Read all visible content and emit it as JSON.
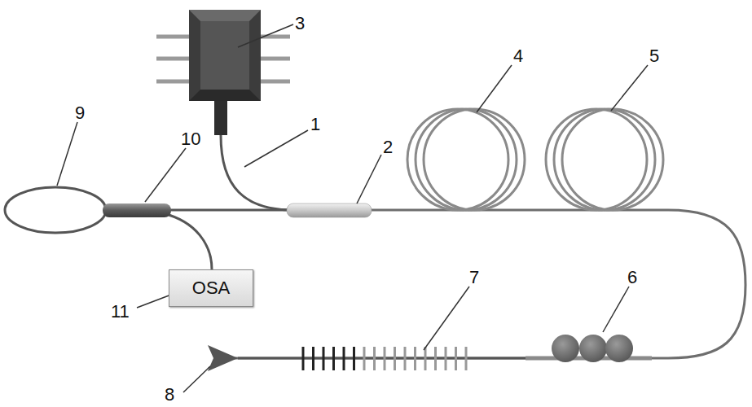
{
  "diagram": {
    "nodes": [
      {
        "text": [
          "OSA"
        ]
      }
    ],
    "labels": [
      "3",
      "1",
      "2",
      "4",
      "5",
      "9",
      "10",
      "6",
      "7",
      "11",
      "8"
    ]
  }
}
